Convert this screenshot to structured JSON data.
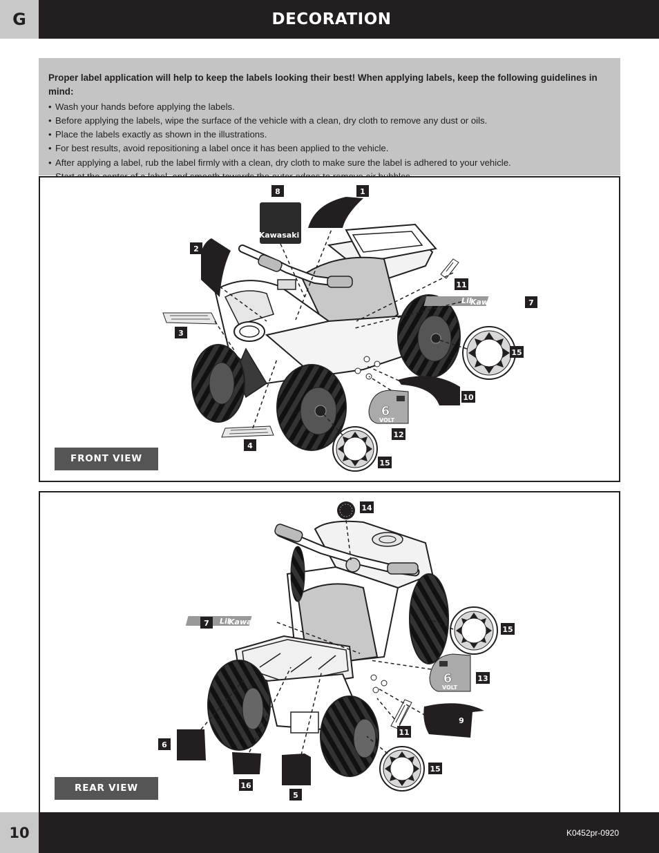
{
  "header": {
    "language_letter": "G",
    "title": "DECORATION"
  },
  "guidelines": {
    "intro": "Proper label application will help to keep the labels looking their best! When applying labels, keep the following guidelines in mind:",
    "items": [
      "Wash your hands before applying the labels.",
      "Before applying the labels, wipe the surface of the vehicle with a clean, dry cloth to remove any dust or oils.",
      "Place the labels exactly as shown in the illustrations.",
      "For best results, avoid repositioning a label once it has been applied to the vehicle.",
      "After applying a label, rub the label firmly with a clean, dry cloth to make sure the label is adhered to your vehicle."
    ],
    "item5_continued": "Start at the center of a label, and smooth towards the outer edges to remove air bubbles."
  },
  "front_view": {
    "label": "FRONT VIEW",
    "callouts": [
      "8",
      "1",
      "2",
      "11",
      "7",
      "3",
      "15",
      "10",
      "12",
      "4",
      "15"
    ],
    "label_texts": {
      "kawasaki_pad": "Kawasaki",
      "kawasaki_logo": "Kawasaki",
      "lil": "Lil",
      "volt_number": "6",
      "volt_word": "VOLT"
    }
  },
  "rear_view": {
    "label": "REAR VIEW",
    "callouts": [
      "14",
      "7",
      "15",
      "13",
      "9",
      "11",
      "6",
      "16",
      "5",
      "15"
    ],
    "label_texts": {
      "kawasaki_logo": "Kawasaki",
      "lil": "Lil",
      "volt_number": "6",
      "volt_word": "VOLT"
    }
  },
  "footer": {
    "page_number": "10",
    "document_code": "K0452pr-0920"
  },
  "colors": {
    "dark": "#231f20",
    "gray_box": "#c4c4c4",
    "label_bg": "#555555"
  }
}
